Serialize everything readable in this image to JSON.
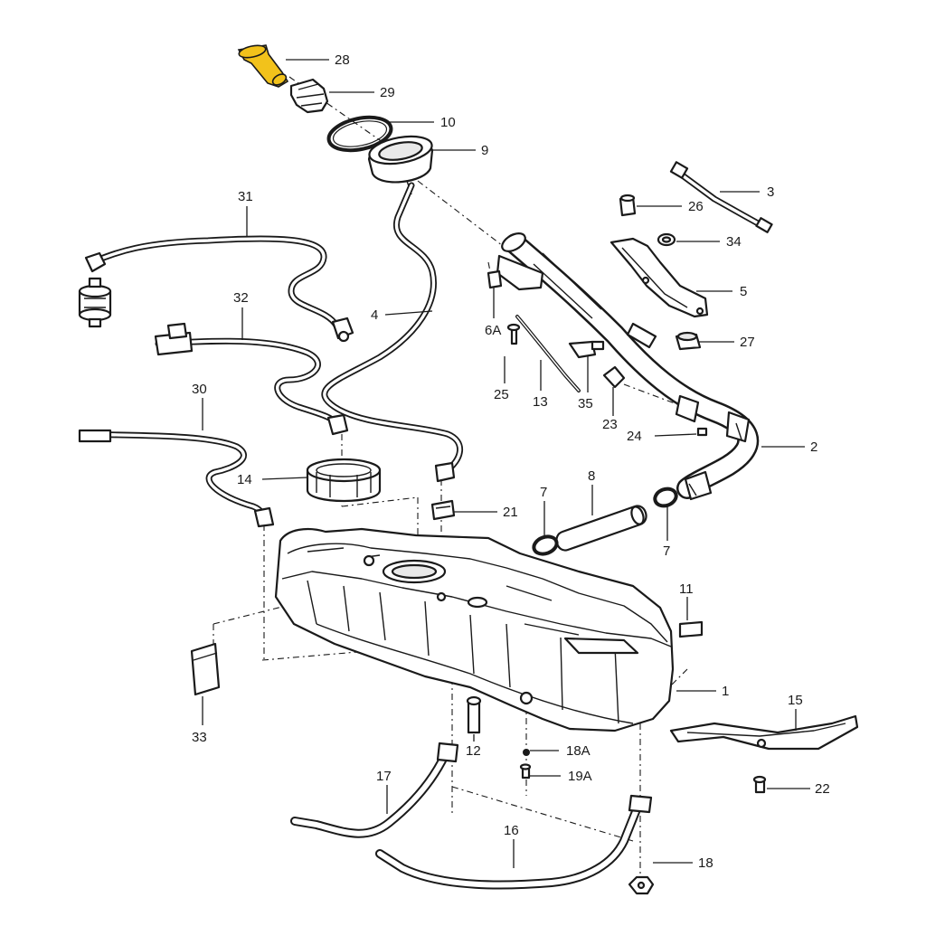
{
  "diagram": {
    "callouts": [
      {
        "id": "c28",
        "label": "28"
      },
      {
        "id": "c29",
        "label": "29"
      },
      {
        "id": "c10",
        "label": "10"
      },
      {
        "id": "c9",
        "label": "9"
      },
      {
        "id": "c3",
        "label": "3"
      },
      {
        "id": "c26",
        "label": "26"
      },
      {
        "id": "c34",
        "label": "34"
      },
      {
        "id": "c5",
        "label": "5"
      },
      {
        "id": "c27",
        "label": "27"
      },
      {
        "id": "c31",
        "label": "31"
      },
      {
        "id": "c32",
        "label": "32"
      },
      {
        "id": "c4",
        "label": "4"
      },
      {
        "id": "c6a",
        "label": "6A"
      },
      {
        "id": "c25",
        "label": "25"
      },
      {
        "id": "c13",
        "label": "13"
      },
      {
        "id": "c35",
        "label": "35"
      },
      {
        "id": "c23",
        "label": "23"
      },
      {
        "id": "c24",
        "label": "24"
      },
      {
        "id": "c2",
        "label": "2"
      },
      {
        "id": "c30",
        "label": "30"
      },
      {
        "id": "c14",
        "label": "14"
      },
      {
        "id": "c21",
        "label": "21"
      },
      {
        "id": "c8",
        "label": "8"
      },
      {
        "id": "c7a",
        "label": "7"
      },
      {
        "id": "c7b",
        "label": "7"
      },
      {
        "id": "c11",
        "label": "11"
      },
      {
        "id": "c1",
        "label": "1"
      },
      {
        "id": "c15",
        "label": "15"
      },
      {
        "id": "c33",
        "label": "33"
      },
      {
        "id": "c12",
        "label": "12"
      },
      {
        "id": "c18a",
        "label": "18A"
      },
      {
        "id": "c19a",
        "label": "19A"
      },
      {
        "id": "c17",
        "label": "17"
      },
      {
        "id": "c22",
        "label": "22"
      },
      {
        "id": "c16",
        "label": "16"
      },
      {
        "id": "c18",
        "label": "18"
      }
    ],
    "highlight_color": "#f2c21b",
    "highlighted_part": "28"
  }
}
